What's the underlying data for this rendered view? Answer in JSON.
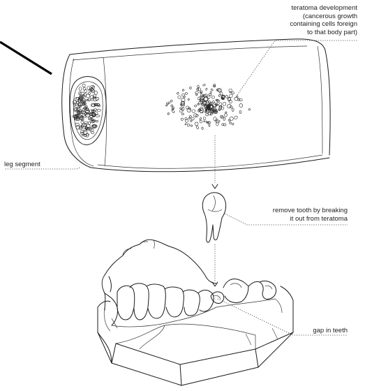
{
  "labels": {
    "teratoma": [
      "teratoma development",
      "(cancerous growth",
      "containing cells foreign",
      "to that body part)"
    ],
    "leg_segment": "leg segment",
    "remove_tooth": [
      "remove tooth by breaking",
      "it out from teratoma"
    ],
    "gap": "gap in teeth"
  }
}
